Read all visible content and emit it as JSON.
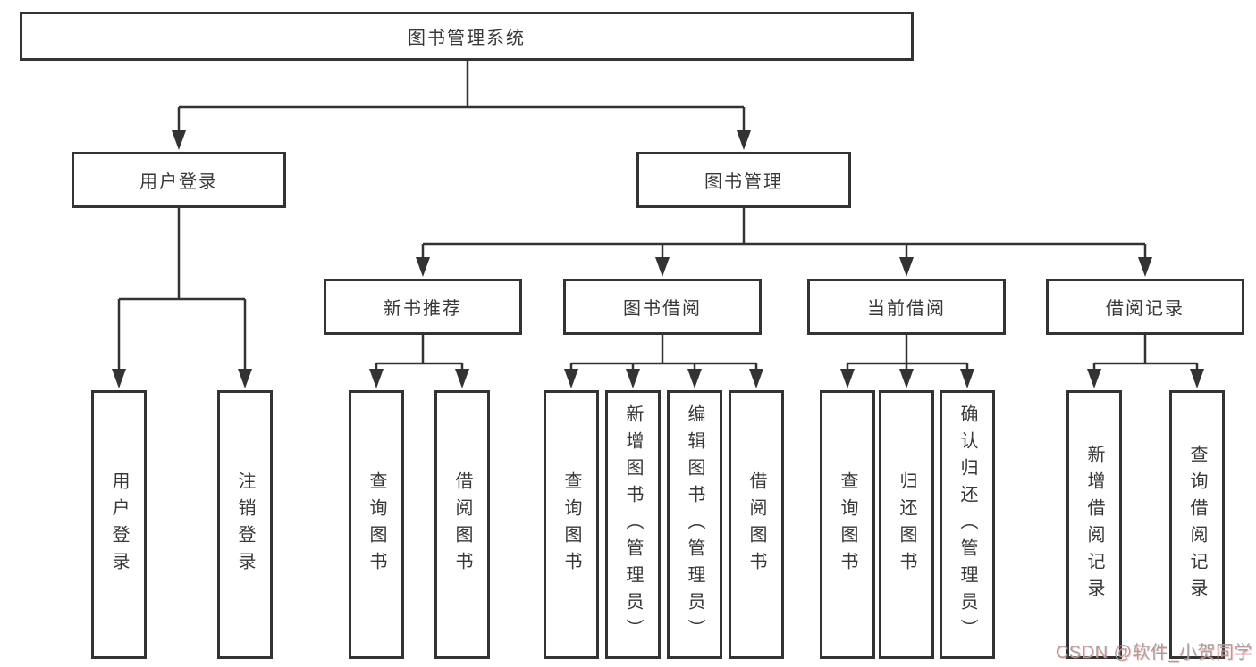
{
  "diagram": {
    "root": "图书管理系统",
    "level2": {
      "user_login": "用户登录",
      "book_management": "图书管理"
    },
    "level3": {
      "new_book": "新书推荐",
      "book_borrow": "图书借阅",
      "current_borrow": "当前借阅",
      "borrow_records": "借阅记录"
    },
    "leaves": {
      "user": [
        "用户登录",
        "注销登录"
      ],
      "new_book": [
        "查询图书",
        "借阅图书"
      ],
      "book_borrow": [
        "查询图书",
        "新增图书（管理员）",
        "编辑图书（管理员）",
        "借阅图书"
      ],
      "current_borrow": [
        "查询图书",
        "归还图书",
        "确认归还（管理员）"
      ],
      "borrow_records": [
        "新增借阅记录",
        "查询借阅记录"
      ]
    }
  },
  "watermark": "CSDN @软件_小贺同学",
  "colors": {
    "line": "#333333",
    "box_border": "#333333",
    "text": "#383838",
    "watermark": "#a3a3a3",
    "background": "#ffffff"
  }
}
